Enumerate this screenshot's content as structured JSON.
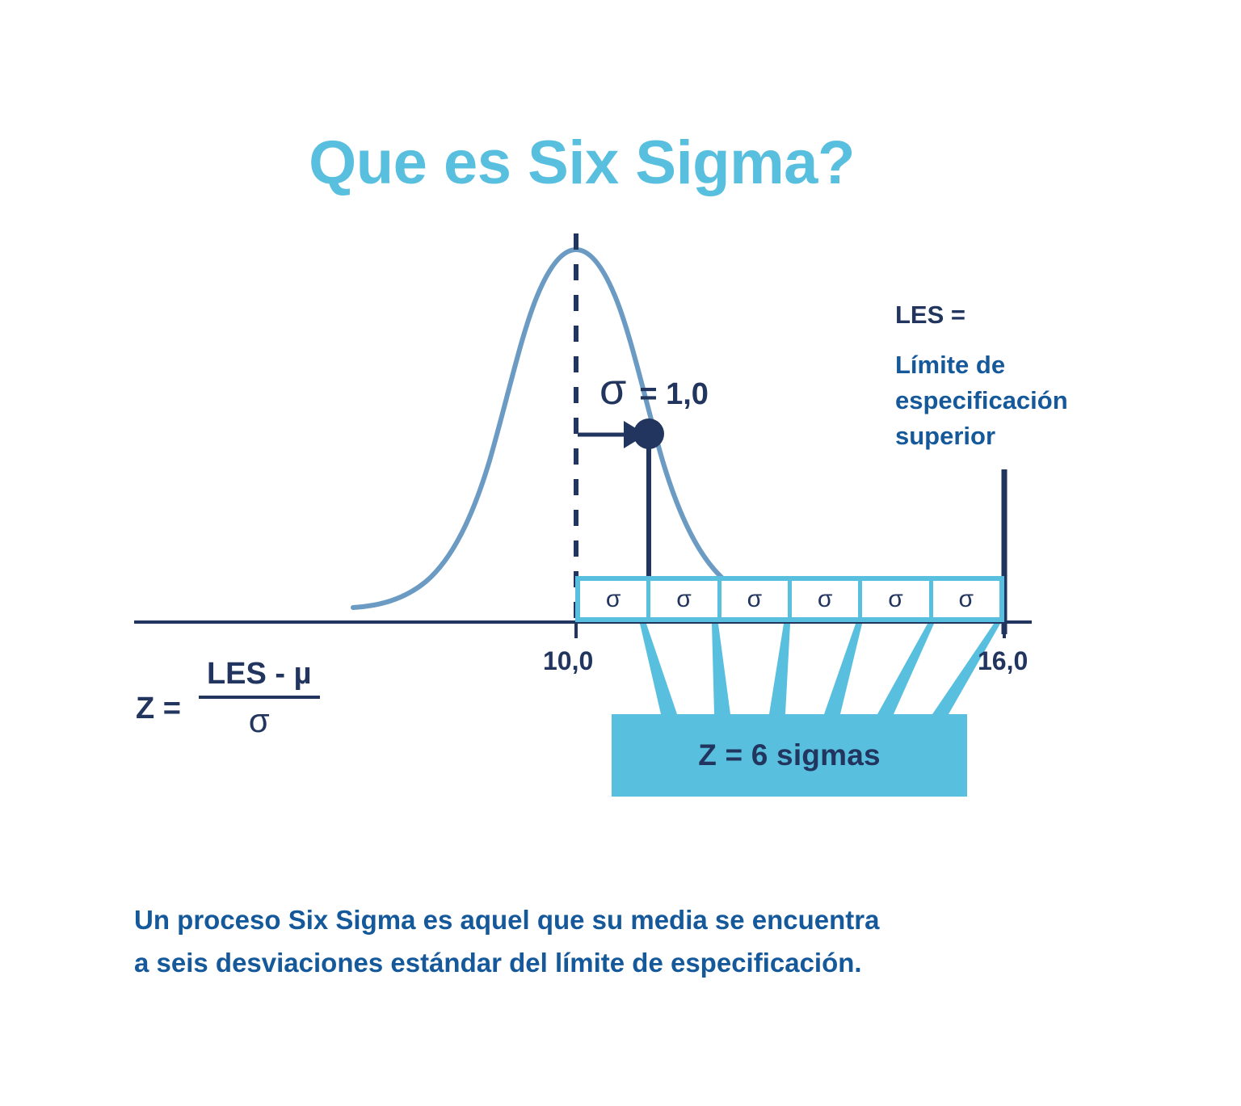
{
  "title": "Que es Six Sigma?",
  "colors": {
    "accent_light_blue": "#59bfde",
    "navy": "#22355e",
    "medium_blue": "#15599b",
    "curve_blue": "#6b9bc3",
    "background": "#ffffff"
  },
  "legend": {
    "head": "LES =",
    "line1": "Límite de",
    "line2": "especificación",
    "line3": "superior"
  },
  "annotation": {
    "sigma_glyph": "σ",
    "sigma_value": "= 1,0"
  },
  "sigma_boxes": {
    "labels": [
      "σ",
      "σ",
      "σ",
      "σ",
      "σ",
      "σ"
    ],
    "count": 6
  },
  "axis": {
    "tick_left": "10,0",
    "tick_right": "16,0"
  },
  "formula": {
    "lhs": "Z =",
    "numerator": "LES - µ",
    "denominator": "σ"
  },
  "result_box": {
    "label": "Z = 6 sigmas"
  },
  "caption": {
    "line1": "Un proceso Six Sigma es aquel que su media se encuentra",
    "line2": "a seis desviaciones estándar del límite de especificación."
  },
  "chart_data": {
    "type": "line",
    "title": "Que es Six Sigma?",
    "xlabel": "",
    "ylabel": "",
    "description": "Normal distribution curve with mean at 10,0 and upper specification limit (LES) at 16,0, six standard deviations away.",
    "mean": 10.0,
    "sigma": 1.0,
    "upper_spec_limit": 16.0,
    "z_score": 6,
    "xlim": [
      10.0,
      16.0
    ],
    "tick_labels": [
      "10,0",
      "16,0"
    ],
    "sigma_intervals": [
      {
        "from": 10.0,
        "to": 11.0,
        "label": "σ"
      },
      {
        "from": 11.0,
        "to": 12.0,
        "label": "σ"
      },
      {
        "from": 12.0,
        "to": 13.0,
        "label": "σ"
      },
      {
        "from": 13.0,
        "to": 14.0,
        "label": "σ"
      },
      {
        "from": 14.0,
        "to": 15.0,
        "label": "σ"
      },
      {
        "from": 15.0,
        "to": 16.0,
        "label": "σ"
      }
    ],
    "annotations": [
      {
        "text": "σ = 1,0",
        "at_x": 11.0,
        "kind": "point-marker"
      },
      {
        "text": "LES = Límite de especificación superior",
        "at_x": 16.0,
        "kind": "vertical-line"
      },
      {
        "text": "Z = 6 sigmas",
        "kind": "summary-box"
      }
    ],
    "grid": false,
    "legend_position": "right"
  }
}
